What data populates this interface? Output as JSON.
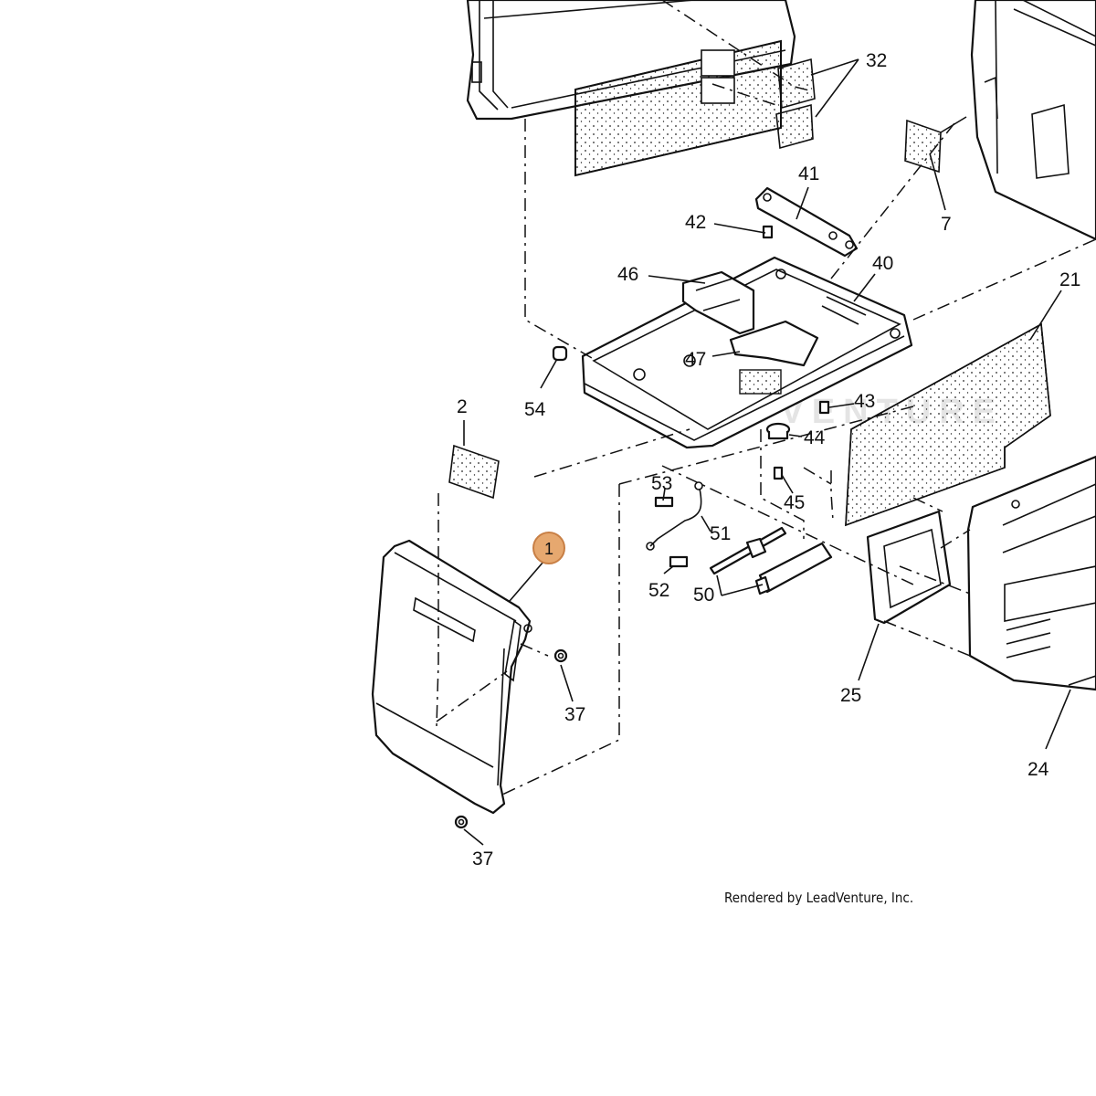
{
  "diagram": {
    "callouts": {
      "c1": "1",
      "c2": "2",
      "c7": "7",
      "c21": "21",
      "c24": "24",
      "c25": "25",
      "c32": "32",
      "c37a": "37",
      "c37b": "37",
      "c40": "40",
      "c41": "41",
      "c42": "42",
      "c43": "43",
      "c44": "44",
      "c45": "45",
      "c46": "46",
      "c47": "47",
      "c50": "50",
      "c51": "51",
      "c52": "52",
      "c53": "53",
      "c54": "54"
    },
    "highlight_color": "#e6a86f",
    "highlight_border": "#c87f45",
    "watermark": "LEADVENTURE",
    "credit": "Rendered by LeadVenture, Inc."
  }
}
